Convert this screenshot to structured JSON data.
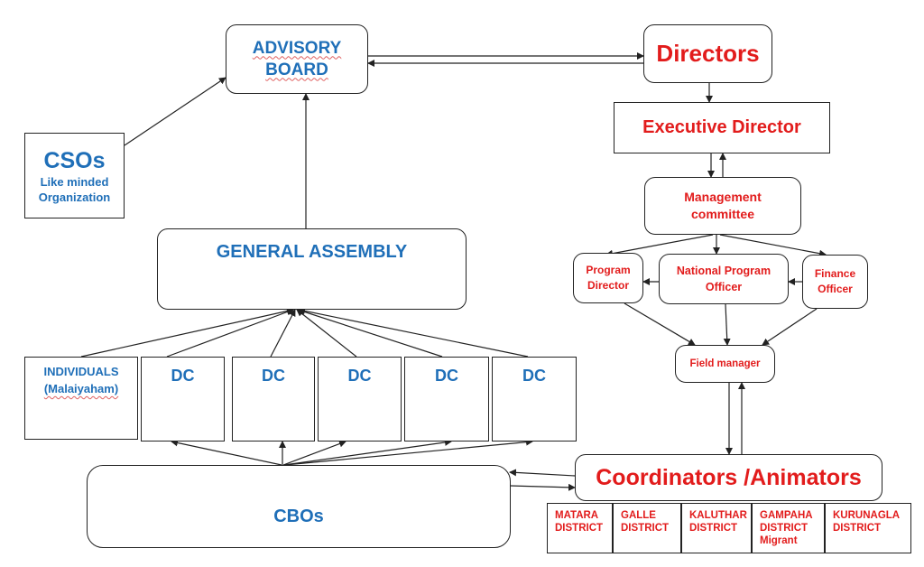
{
  "diagram": {
    "advisory_board": {
      "line1": "ADVISORY",
      "line2": "BOARD"
    },
    "directors": "Directors",
    "executive_director": "Executive Director",
    "csos": {
      "title": "CSOs",
      "line1": "Like minded",
      "line2": "Organization"
    },
    "general_assembly": "GENERAL ASSEMBLY",
    "management_committee": {
      "line1": "Management",
      "line2": "committee"
    },
    "program_director": {
      "line1": "Program",
      "line2": "Director"
    },
    "national_program_officer": {
      "line1": "National Program",
      "line2": "Officer"
    },
    "finance_officer": {
      "line1": "Finance",
      "line2": "Officer"
    },
    "field_manager": "Field manager",
    "individuals": {
      "line1": "INDIVIDUALS",
      "line2": "(Malaiyaham)"
    },
    "dc_boxes": [
      "DC",
      "DC",
      "DC",
      "DC",
      "DC"
    ],
    "cbos": "CBOs",
    "coordinators": "Coordinators /Animators",
    "districts": [
      {
        "line1": "MATARA",
        "line2": "DISTRICT"
      },
      {
        "line1": "GALLE",
        "line2": "DISTRICT"
      },
      {
        "line1": "KALUTHAR",
        "line2": "DISTRICT"
      },
      {
        "line1": "GAMPAHA",
        "line2": "DISTRICT",
        "line3": "Migrant"
      },
      {
        "line1": "KURUNAGLA",
        "line2": "DISTRICT"
      }
    ]
  },
  "colors": {
    "blue_text": "#1f6fb8",
    "red_text": "#e21c1c",
    "lines": "#222222"
  }
}
